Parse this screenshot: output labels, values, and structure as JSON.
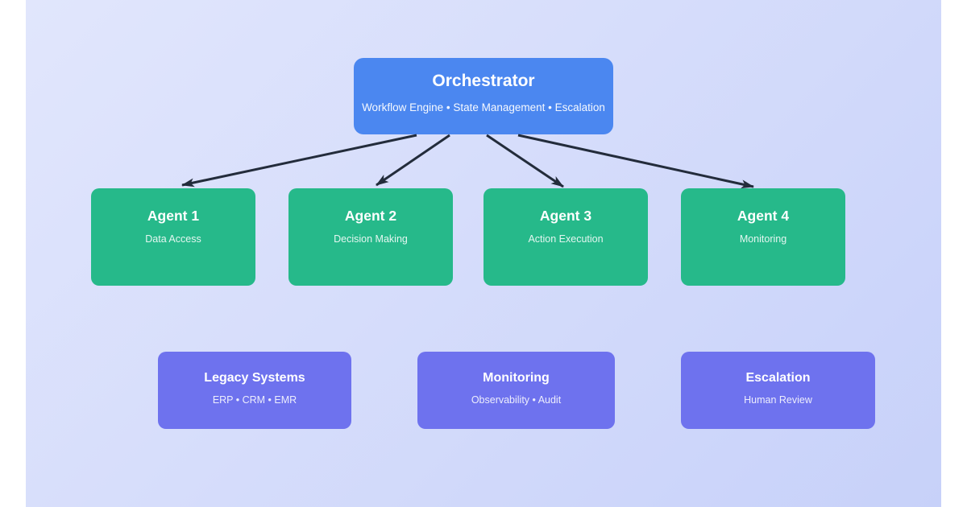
{
  "diagram": {
    "orchestrator": {
      "id": "orchestrator",
      "title": "Orchestrator",
      "subtitle": "Workflow Engine • State Management • Escalation",
      "color": "#4b87f0"
    },
    "agents": [
      {
        "id": "agent-1",
        "title": "Agent 1",
        "subtitle": "Data Access"
      },
      {
        "id": "agent-2",
        "title": "Agent 2",
        "subtitle": "Decision Making"
      },
      {
        "id": "agent-3",
        "title": "Agent 3",
        "subtitle": "Action Execution"
      },
      {
        "id": "agent-4",
        "title": "Agent 4",
        "subtitle": "Monitoring"
      }
    ],
    "agent_color": "#26b98a",
    "support_nodes": [
      {
        "id": "legacy-systems",
        "title": "Legacy Systems",
        "subtitle": "ERP • CRM • EMR"
      },
      {
        "id": "monitoring",
        "title": "Monitoring",
        "subtitle": "Observability • Audit"
      },
      {
        "id": "escalation",
        "title": "Escalation",
        "subtitle": "Human Review"
      }
    ],
    "support_color": "#6e72ee",
    "edges": [
      {
        "from": "orchestrator",
        "to": "agent-1"
      },
      {
        "from": "orchestrator",
        "to": "agent-2"
      },
      {
        "from": "orchestrator",
        "to": "agent-3"
      },
      {
        "from": "orchestrator",
        "to": "agent-4"
      }
    ],
    "arrow_color": "#232c3b",
    "background_gradient_start": "#e1e6fc",
    "background_gradient_end": "#c7d1f9",
    "margin_color": "#ffffff"
  }
}
